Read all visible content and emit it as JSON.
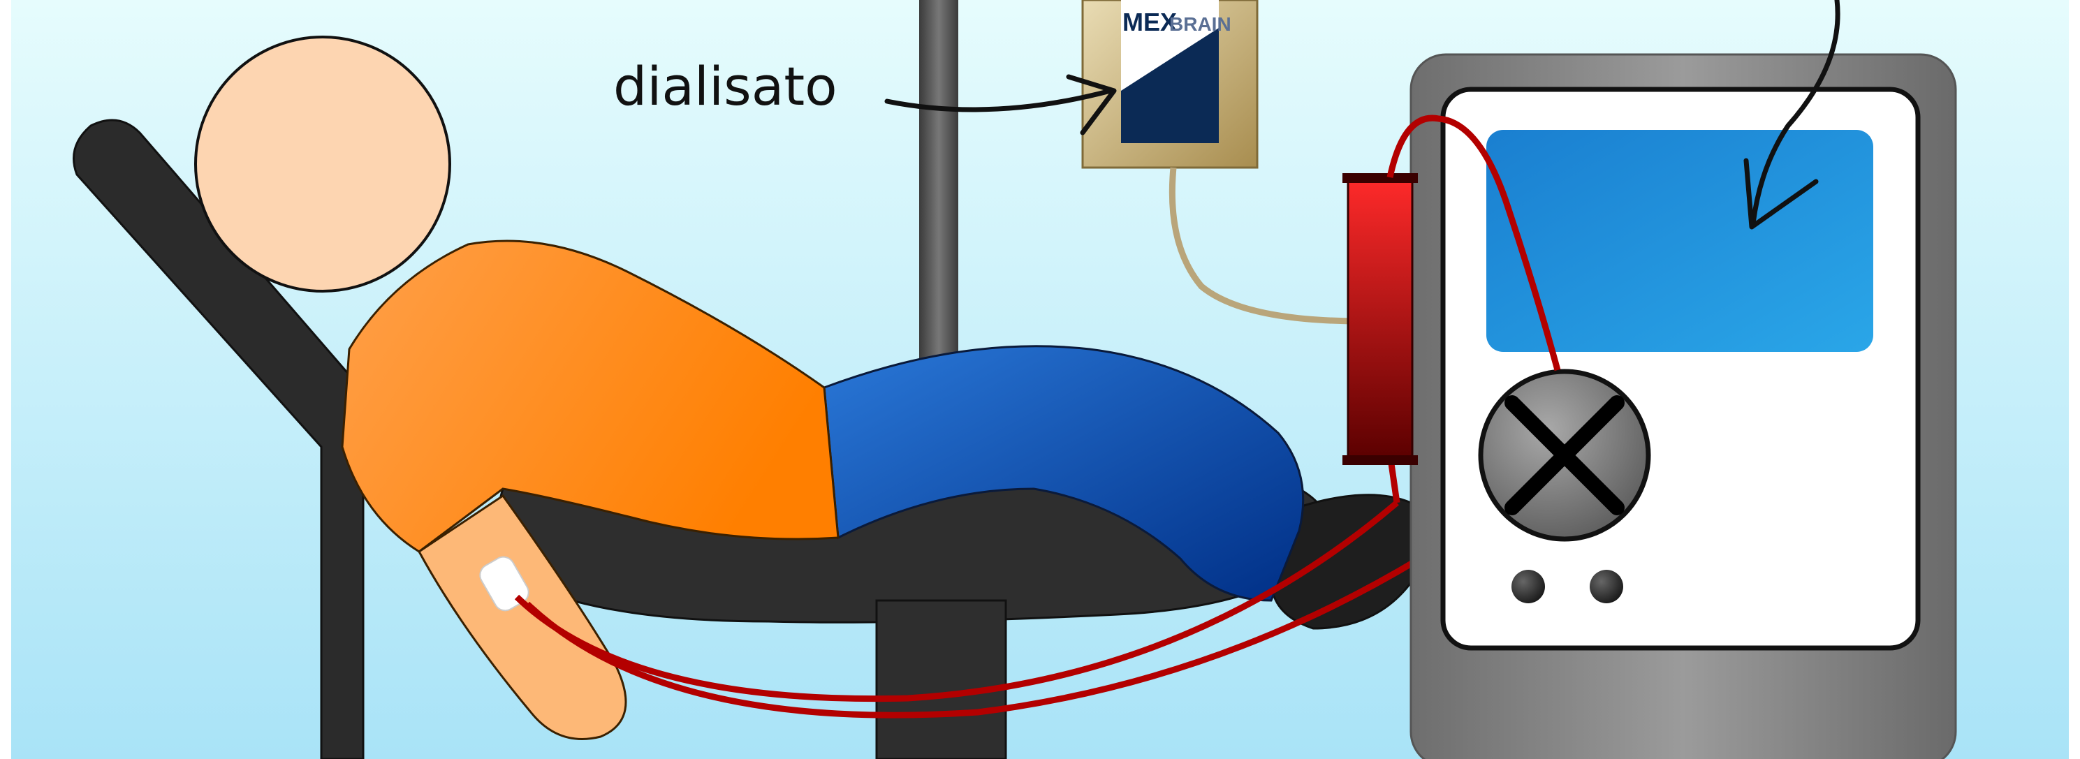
{
  "labels": {
    "dialysate": "dialisato"
  },
  "bag_brand": {
    "part1": "MEX",
    "part2": "BRAIN"
  },
  "colors": {
    "background_top": "#e3fbfd",
    "background_bottom": "#aee7f8",
    "shirt": "#ff8a14",
    "pants": "#0a3f9a",
    "skin": "#fdd5b1",
    "chair": "#2b2b2b",
    "blood_line": "#b00000",
    "machine_body": "#8a8a8a",
    "machine_screen": "#1f8ed8",
    "dialysate_line": "#b9a57a",
    "filter_red": "#e0141a",
    "bag_frame": "#c7b07a",
    "bag_navy": "#0b2a55"
  },
  "icons": {
    "pump": "x-cross-pump-icon",
    "access": "vascular-access-icon"
  }
}
